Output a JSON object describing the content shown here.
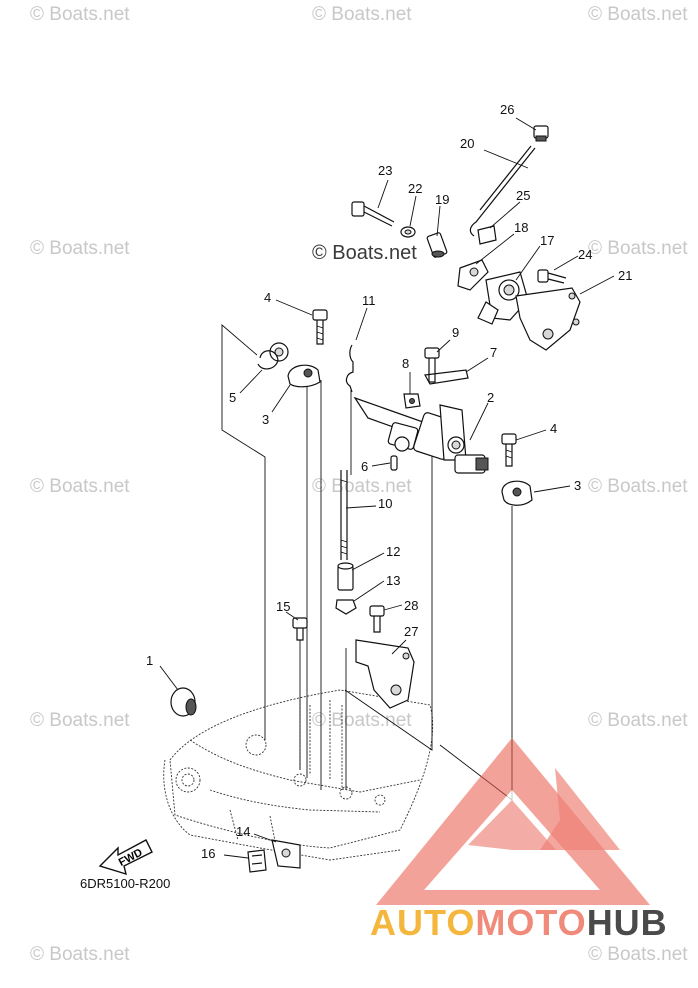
{
  "watermark": "© Boats.net",
  "center_watermark": "© Boats.net",
  "diagram_code": "6DR5100-R200",
  "fwd_label": "FWD",
  "brand": {
    "auto": "AUTO",
    "moto": "MOTO",
    "hub": "HUB"
  },
  "colors": {
    "accent_red": "#e8584a",
    "accent_yellow": "#f4b63d",
    "line": "#111111"
  },
  "callouts": [
    "1",
    "2",
    "3",
    "3",
    "4",
    "4",
    "5",
    "6",
    "7",
    "8",
    "9",
    "10",
    "11",
    "12",
    "13",
    "14",
    "15",
    "16",
    "17",
    "18",
    "19",
    "20",
    "21",
    "22",
    "23",
    "24",
    "25",
    "26",
    "27",
    "28"
  ]
}
